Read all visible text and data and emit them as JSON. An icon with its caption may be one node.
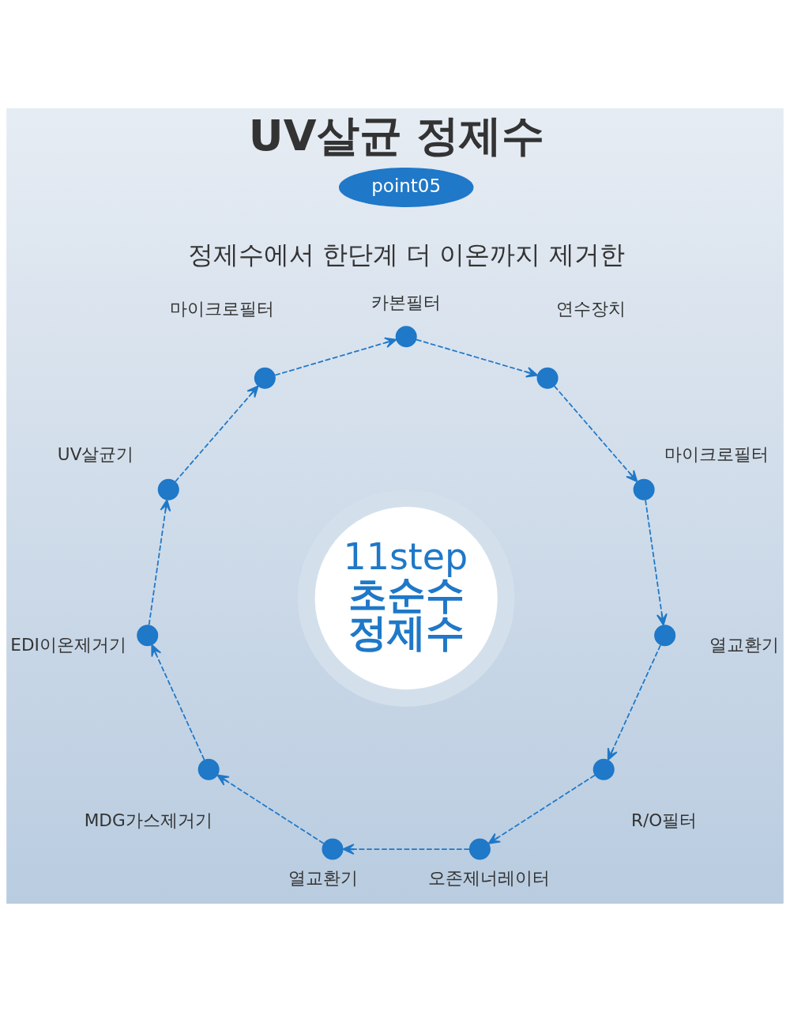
{
  "diagram": {
    "title": "UV살균 정제수",
    "nodes": [
      {
        "text": [
          "point05"
        ]
      },
      {
        "text": [],
        "shape": "circle",
        "beside": [
          "카본필터"
        ]
      },
      {
        "text": [],
        "shape": "circle",
        "beside": [
          "연수장치"
        ]
      },
      {
        "text": [],
        "shape": "circle",
        "beside": [
          "마이크로필터"
        ]
      },
      {
        "text": [],
        "shape": "circle",
        "beside": [
          "열교환기"
        ]
      },
      {
        "text": [],
        "shape": "circle",
        "beside": [
          "R/O필터"
        ]
      },
      {
        "text": [],
        "shape": "circle",
        "beside": [
          "오존제너레이터"
        ]
      },
      {
        "text": [],
        "shape": "circle",
        "beside": [
          "열교환기"
        ]
      },
      {
        "text": [],
        "shape": "circle",
        "beside": [
          "MDG가스제거기"
        ]
      },
      {
        "text": [],
        "shape": "circle",
        "beside": [
          "EDI이온제거기"
        ]
      },
      {
        "text": [],
        "shape": "circle",
        "beside": [
          "UV살균기"
        ]
      },
      {
        "text": [],
        "shape": "circle",
        "beside": [
          "마이크로필터"
        ]
      },
      {
        "text": [
          "11step",
          "초순수 정제수"
        ]
      }
    ],
    "edges": [
      {
        "from": 1,
        "to": 2,
        "arrow": "to",
        "style": "dashed"
      },
      {
        "from": 2,
        "to": 3,
        "arrow": "to",
        "style": "dashed"
      },
      {
        "from": 3,
        "to": 4,
        "arrow": "to",
        "style": "dashed"
      },
      {
        "from": 4,
        "to": 5,
        "arrow": "to",
        "style": "dashed"
      },
      {
        "from": 5,
        "to": 6,
        "arrow": "to",
        "style": "dashed"
      },
      {
        "from": 6,
        "to": 7,
        "arrow": "to",
        "style": "dashed"
      },
      {
        "from": 7,
        "to": 8,
        "arrow": "to",
        "style": "dashed"
      },
      {
        "from": 8,
        "to": 9,
        "arrow": "to",
        "style": "dashed"
      },
      {
        "from": 9,
        "to": 10,
        "arrow": "to",
        "style": "dashed"
      },
      {
        "from": 10,
        "to": 11,
        "arrow": "to",
        "style": "dashed"
      },
      {
        "from": 11,
        "to": 1,
        "arrow": "to",
        "style": "dashed"
      }
    ],
    "labels": [
      "정제수에서 한단계 더 이온까지 제거한"
    ]
  }
}
